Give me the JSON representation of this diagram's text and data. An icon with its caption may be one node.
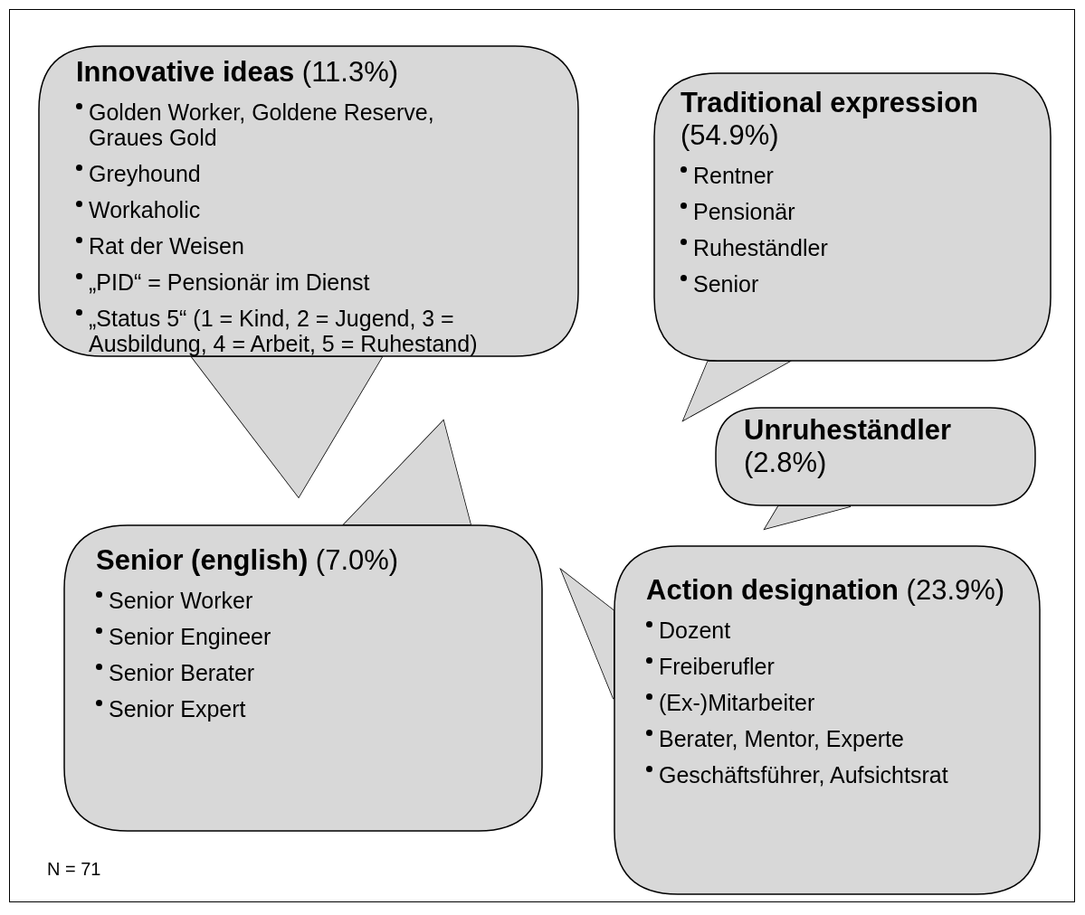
{
  "diagram": {
    "nodes": [
      {
        "text": [
          "**Innovative ideas** (11.3%)",
          "Golden Worker, Goldene Reserve, Graues Gold",
          "Greyhound",
          "Workaholic",
          "Rat der Weisen",
          "„PID“ = Pensionär im Dienst",
          "„Status 5“ (1 = Kind, 2 = Jugend, 3 = Ausbildung, 4 = Arbeit, 5 = Ruhestand)"
        ]
      },
      {
        "text": [
          "**Traditional expression** (54.9%)",
          "Rentner",
          "Pensionär",
          "Ruheständler",
          "Senior"
        ]
      },
      {
        "text": [
          "**Unruheständler** (2.8%)"
        ]
      },
      {
        "text": [
          "**Senior (english)** (7.0%)",
          "Senior Worker",
          "Senior Engineer",
          "Senior Berater",
          "Senior Expert"
        ]
      },
      {
        "text": [
          "**Action designation** (23.9%)",
          "Dozent",
          "Freiberufler",
          "(Ex-)Mitarbeiter",
          "Berater, Mentor, Experte",
          "Geschäftsführer, Aufsichtsrat"
        ]
      }
    ],
    "labels": [
      "N = 71"
    ]
  }
}
